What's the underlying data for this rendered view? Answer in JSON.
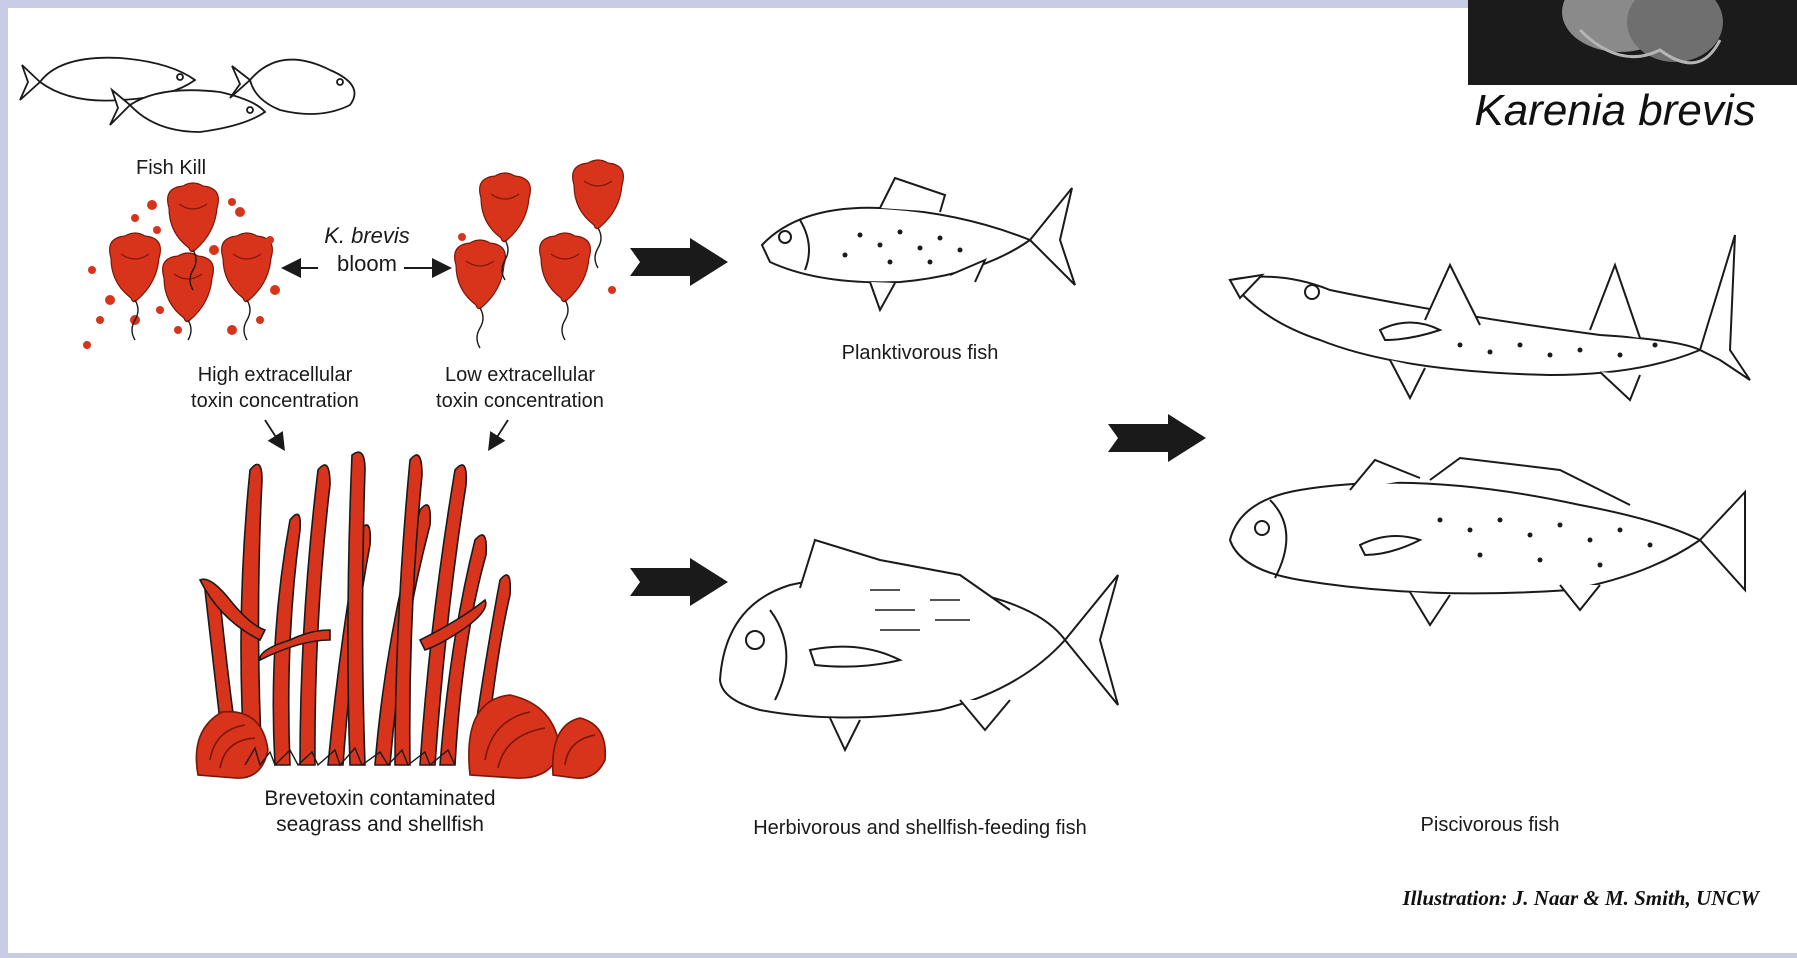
{
  "species_name": "Karenia brevis",
  "labels": {
    "fish_kill": "Fish Kill",
    "k_brevis": "K. brevis",
    "bloom": "bloom",
    "high_toxin_line1": "High extracellular",
    "high_toxin_line2": "toxin concentration",
    "low_toxin_line1": "Low extracellular",
    "low_toxin_line2": "toxin concentration",
    "planktivorous": "Planktivorous fish",
    "seagrass_line1": "Brevetoxin contaminated",
    "seagrass_line2": "seagrass and shellfish",
    "herbivorous": "Herbivorous and shellfish-feeding fish",
    "piscivorous": "Piscivorous fish"
  },
  "credit": "Illustration: J. Naar & M. Smith, UNCW",
  "colors": {
    "background_border": "#c8cde6",
    "toxin_red": "#d8341c",
    "ink": "#1a1a1a"
  }
}
